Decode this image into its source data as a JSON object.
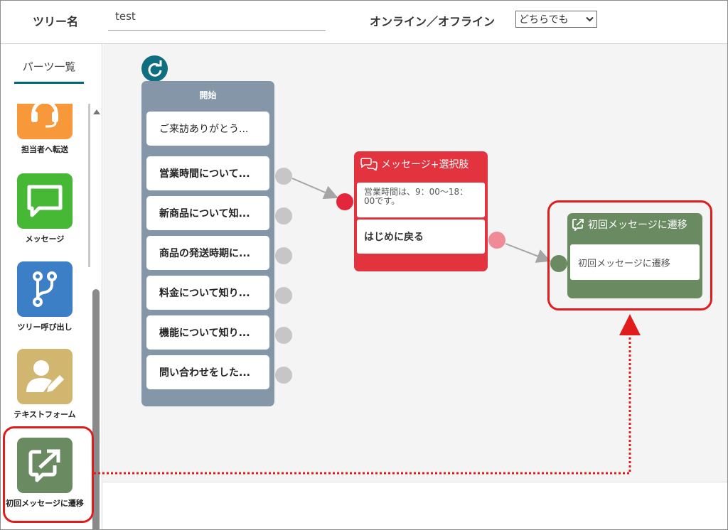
{
  "header": {
    "tree_label": "ツリー名",
    "tree_value": "test",
    "online_label": "オンライン／オフライン",
    "online_select": "どちらでも"
  },
  "sidebar": {
    "tab": "パーツ一覧",
    "parts": [
      {
        "label": "担当者へ転送",
        "icon": "headset-icon",
        "color": "#f7993a"
      },
      {
        "label": "メッセージ",
        "icon": "chat-bubble-icon",
        "color": "#46b835"
      },
      {
        "label": "ツリー呼び出し",
        "icon": "branch-icon",
        "color": "#3c7fc6"
      },
      {
        "label": "テキストフォーム",
        "icon": "user-edit-icon",
        "color": "#d0b66e"
      },
      {
        "label": "初回メッセージに遷移",
        "icon": "external-link-icon",
        "color": "#6a8a62"
      }
    ]
  },
  "canvas": {
    "start_node": {
      "title": "開始",
      "items": [
        "ご来訪ありがとう...",
        "営業時間について...",
        "新商品について知...",
        "商品の発送時期に...",
        "料金について知り...",
        "機能について知り...",
        "問い合わせをした..."
      ]
    },
    "message_node": {
      "title": "メッセージ+選択肢",
      "text": "営業時間は、9：00〜18：00です。",
      "option": "はじめに戻る",
      "color": "#e3333f"
    },
    "jump_node": {
      "title": "初回メッセージに遷移",
      "text": "初回メッセージに遷移",
      "color": "#6a8a62"
    },
    "highlight_color": "#e01c1c"
  }
}
